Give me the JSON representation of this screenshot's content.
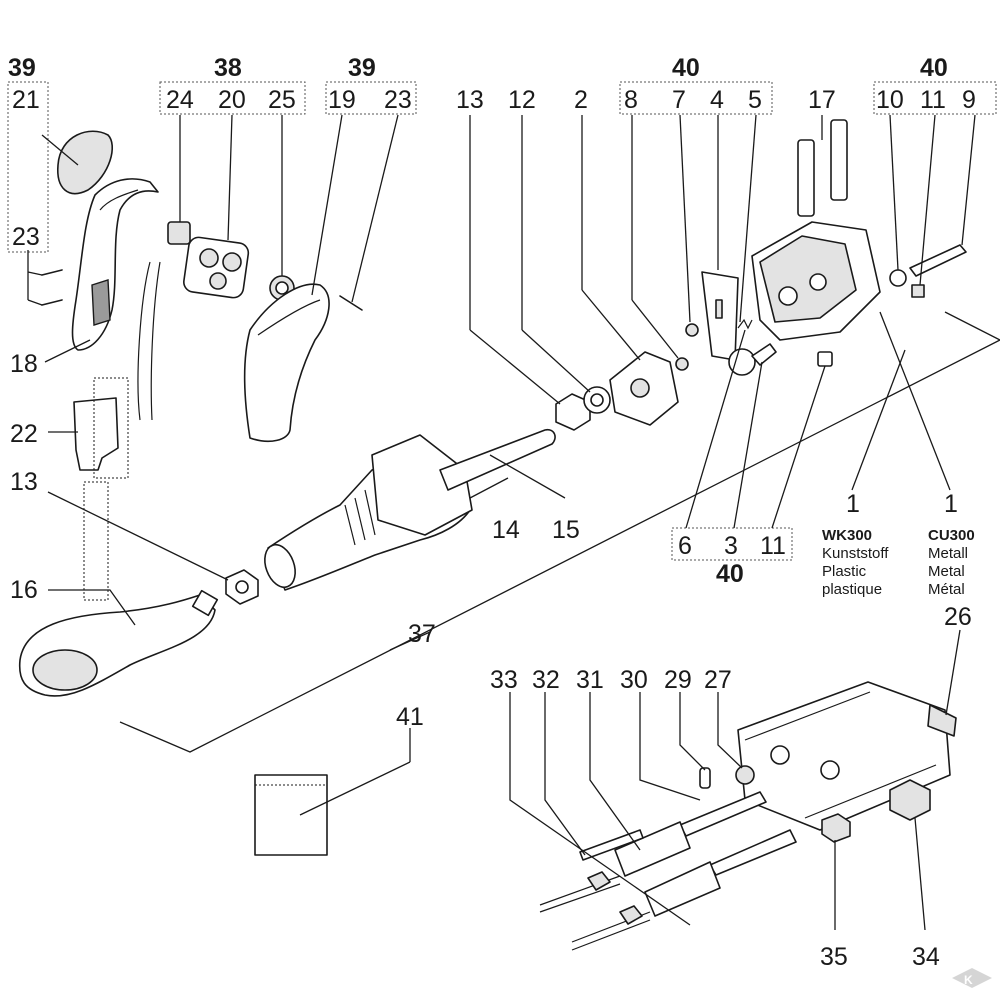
{
  "callouts": {
    "n1a": "1",
    "n1b": "1",
    "n2": "2",
    "n3": "3",
    "n4": "4",
    "n5": "5",
    "n6": "6",
    "n7": "7",
    "n8": "8",
    "n9": "9",
    "n10": "10",
    "n11a": "11",
    "n11b": "11",
    "n12": "12",
    "n13a": "13",
    "n13b": "13",
    "n14": "14",
    "n15": "15",
    "n16": "16",
    "n17": "17",
    "n18": "18",
    "n19": "19",
    "n20": "20",
    "n21": "21",
    "n22": "22",
    "n23a": "23",
    "n23b": "23",
    "n24": "24",
    "n25": "25",
    "n26": "26",
    "n27": "27",
    "n29": "29",
    "n30": "30",
    "n31": "31",
    "n32": "32",
    "n33": "33",
    "n34": "34",
    "n35": "35",
    "n37": "37",
    "n41": "41"
  },
  "kits": {
    "k39a": "39",
    "k38": "38",
    "k39b": "39",
    "k40a": "40",
    "k40b": "40",
    "k40c": "40"
  },
  "variants": {
    "plastic": {
      "code": "WK300",
      "de": "Kunststoff",
      "en": "Plastic",
      "fr": "plastique"
    },
    "metal": {
      "code": "CU300",
      "de": "Metall",
      "en": "Metal",
      "fr": "Métal"
    }
  },
  "brand": {
    "mark": "K"
  }
}
